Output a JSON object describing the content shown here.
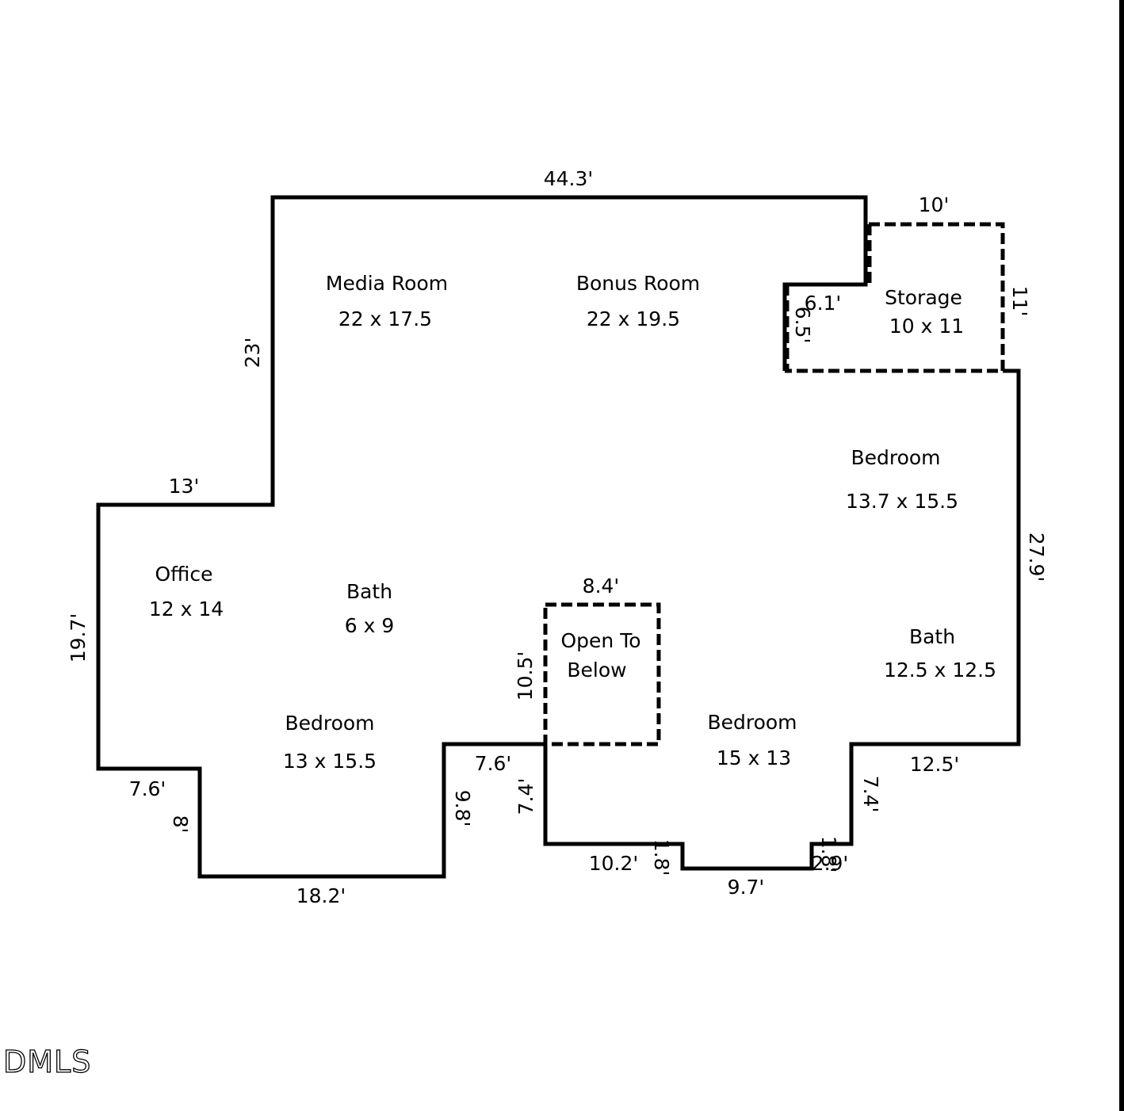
{
  "rooms": [
    {
      "name": "Media Room",
      "size": "22 x 17.5"
    },
    {
      "name": "Bonus Room",
      "size": "22 x 19.5"
    },
    {
      "name": "Storage",
      "size": "10 x 11"
    },
    {
      "name": "Bedroom",
      "size": "13.7 x 15.5"
    },
    {
      "name": "Office",
      "size": "12 x 14"
    },
    {
      "name": "Bath",
      "size": "6 x 9"
    },
    {
      "name": "Open To",
      "size": "Below"
    },
    {
      "name": "Bath",
      "size": "12.5 x 12.5"
    },
    {
      "name": "Bedroom",
      "size": "13 x 15.5"
    },
    {
      "name": "Bedroom",
      "size": "15 x 13"
    }
  ],
  "dimensions": [
    "44.3'",
    "10'",
    "11'",
    "6.1'",
    "6.5'",
    "23'",
    "13'",
    "27.9'",
    "8.4'",
    "10.5'",
    "19.7'",
    "7.6'",
    "8'",
    "18.2'",
    "9.8'",
    "7.6'",
    "7.4'",
    "10.2'",
    "1.8'",
    "9.7'",
    "1.8'",
    "2.9'",
    "7.4'",
    "12.5'"
  ],
  "watermark": "DMLS"
}
